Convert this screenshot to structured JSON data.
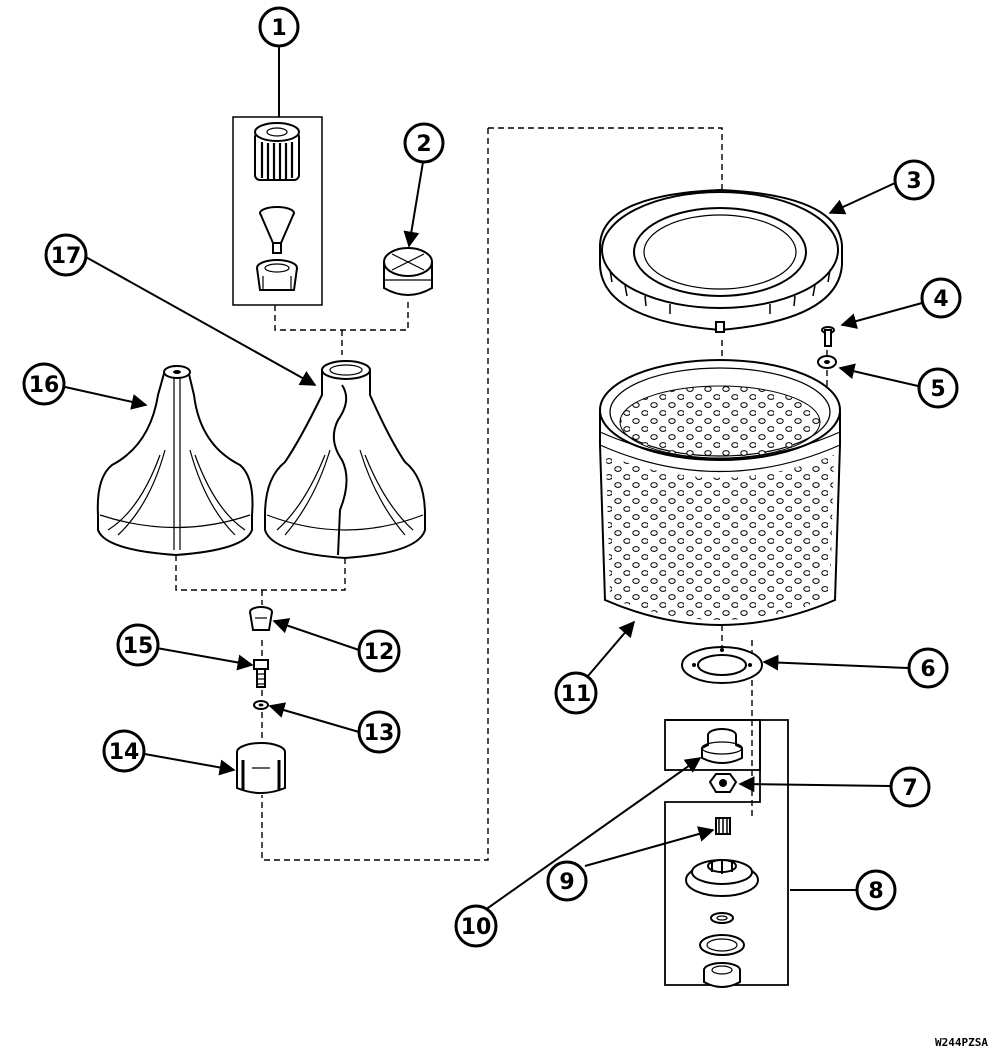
{
  "diagram": {
    "callouts": [
      {
        "id": "c1",
        "label": "1"
      },
      {
        "id": "c2",
        "label": "2"
      },
      {
        "id": "c3",
        "label": "3"
      },
      {
        "id": "c4",
        "label": "4"
      },
      {
        "id": "c5",
        "label": "5"
      },
      {
        "id": "c6",
        "label": "6"
      },
      {
        "id": "c7",
        "label": "7"
      },
      {
        "id": "c8",
        "label": "8"
      },
      {
        "id": "c9",
        "label": "9"
      },
      {
        "id": "c10",
        "label": "10"
      },
      {
        "id": "c11",
        "label": "11"
      },
      {
        "id": "c12",
        "label": "12"
      },
      {
        "id": "c13",
        "label": "13"
      },
      {
        "id": "c14",
        "label": "14"
      },
      {
        "id": "c15",
        "label": "15"
      },
      {
        "id": "c16",
        "label": "16"
      },
      {
        "id": "c17",
        "label": "17"
      }
    ],
    "drawing_code": "W244PZSA"
  }
}
